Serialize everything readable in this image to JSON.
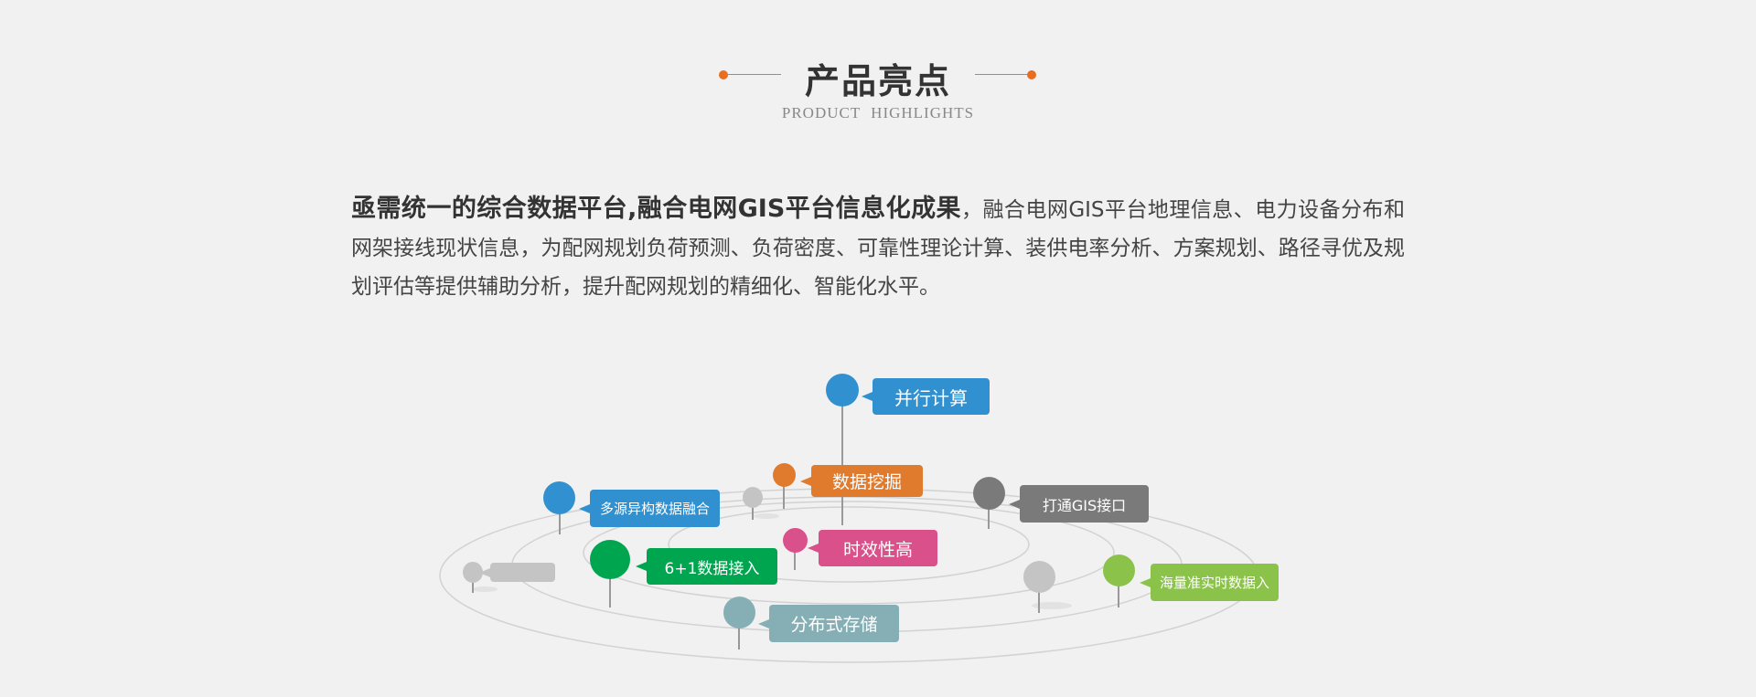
{
  "header": {
    "title": "产品亮点",
    "subtitle": "PRODUCT  HIGHLIGHTS"
  },
  "intro": {
    "bold": "亟需统一的综合数据平台,融合电网GIS平台信息化成果",
    "sep": "，",
    "text": "融合电网GIS平台地理信息、电力设备分布和网架接线现状信息，为配网规划负荷预测、负荷密度、可靠性理论计算、装供电率分析、方案规划、路径寻优及规划评估等提供辅助分析，提升配网规划的精细化、智能化水平。"
  },
  "diagram": {
    "pins": [
      {
        "label": "并行计算",
        "color": "#3190d0"
      },
      {
        "label": "数据挖掘",
        "color": "#e07b2e"
      },
      {
        "label": "多源异构数据融合",
        "color": "#3190d0"
      },
      {
        "label": "打通GIS接口",
        "color": "#7a7a7a"
      },
      {
        "label": "时效性高",
        "color": "#d9508a"
      },
      {
        "label": "6+1数据接入",
        "color": "#00a64f"
      },
      {
        "label": "海量准实时数据入",
        "color": "#8bc34a"
      },
      {
        "label": "分布式存储",
        "color": "#85afb5"
      }
    ],
    "placeholder_color": "#c4c4c4"
  }
}
